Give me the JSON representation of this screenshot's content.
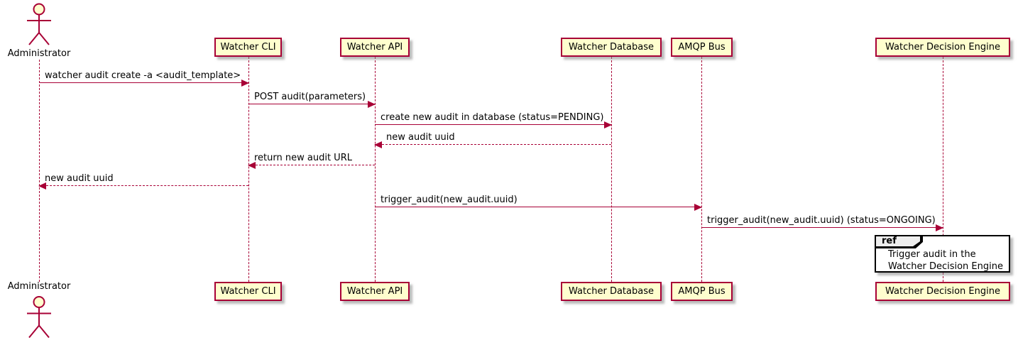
{
  "diagram_type": "sequence",
  "colors": {
    "accent": "#A80036",
    "participant_fill": "#FEFECE",
    "ref_header_fill": "#EEEEEE",
    "ref_border": "#000000",
    "text": "#000000",
    "background": "#FFFFFF"
  },
  "participants": [
    {
      "name": "Administrator",
      "kind": "actor"
    },
    {
      "name": "Watcher CLI",
      "kind": "participant"
    },
    {
      "name": "Watcher API",
      "kind": "participant"
    },
    {
      "name": "Watcher Database",
      "kind": "participant"
    },
    {
      "name": "AMQP Bus",
      "kind": "participant"
    },
    {
      "name": "Watcher Decision Engine",
      "kind": "participant"
    }
  ],
  "messages": [
    {
      "from": "Administrator",
      "to": "Watcher CLI",
      "style": "solid",
      "label": "watcher audit create -a <audit_template>"
    },
    {
      "from": "Watcher CLI",
      "to": "Watcher API",
      "style": "solid",
      "label": "POST audit(parameters)"
    },
    {
      "from": "Watcher API",
      "to": "Watcher Database",
      "style": "solid",
      "label": "create new audit in database (status=PENDING)"
    },
    {
      "from": "Watcher Database",
      "to": "Watcher API",
      "style": "dashed",
      "label": "new audit uuid"
    },
    {
      "from": "Watcher API",
      "to": "Watcher CLI",
      "style": "dashed",
      "label": "return new audit URL"
    },
    {
      "from": "Watcher CLI",
      "to": "Administrator",
      "style": "dashed",
      "label": "new audit uuid"
    },
    {
      "from": "Watcher API",
      "to": "AMQP Bus",
      "style": "solid",
      "label": "trigger_audit(new_audit.uuid)"
    },
    {
      "from": "AMQP Bus",
      "to": "Watcher Decision Engine",
      "style": "solid",
      "label": "trigger_audit(new_audit.uuid) (status=ONGOING)"
    }
  ],
  "ref": {
    "keyword": "ref",
    "lines": [
      "Trigger audit in the",
      "Watcher Decision Engine"
    ]
  }
}
